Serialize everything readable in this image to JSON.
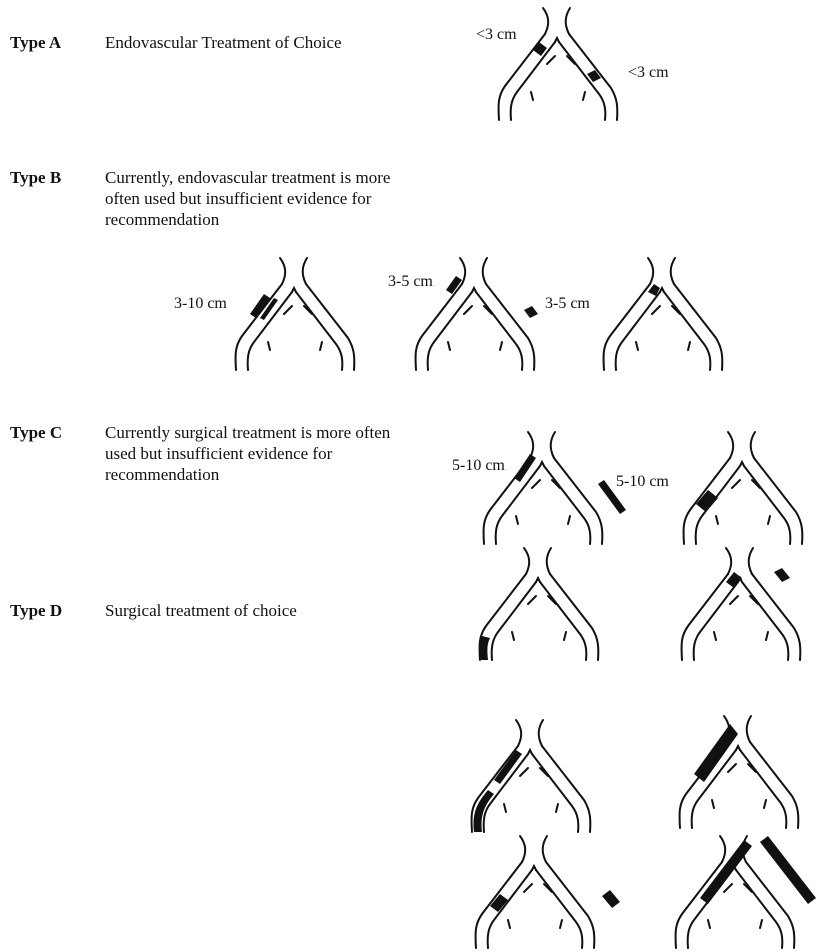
{
  "types": [
    {
      "label": "Type A",
      "text": "Endovascular Treatment of Choice"
    },
    {
      "label": "Type B",
      "text": "Currently, endovascular treatment is more often used but insufficient evidence for recommendation"
    },
    {
      "label": "Type C",
      "text": "Currently surgical treatment is more often used but insufficient evidence for recommendation"
    },
    {
      "label": "Type D",
      "text": "Surgical treatment of choice"
    }
  ],
  "annotations": {
    "a_left": "<3 cm",
    "a_right": "<3 cm",
    "b1": "3-10 cm",
    "b2_left": "3-5 cm",
    "b2_right": "3-5 cm",
    "c_left": "5-10 cm",
    "c_right": "5-10 cm"
  }
}
